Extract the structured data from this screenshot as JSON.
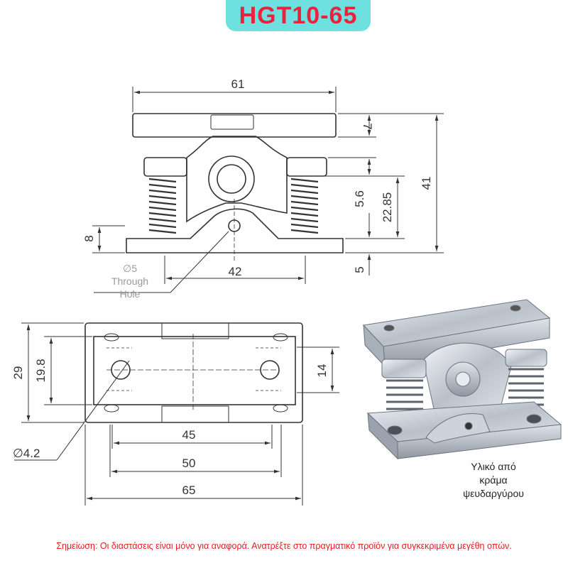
{
  "title": "HGT10-65",
  "dimensions": {
    "top_width": "61",
    "top_thickness": "7",
    "total_height": "41",
    "mid_height": "5.6",
    "spring_height": "22.85",
    "base_height": "8",
    "base_thickness": "5",
    "hole_spacing_front": "42",
    "plan_width": "29",
    "plan_inner_width": "19.8",
    "plate_width": "14",
    "hole_diameter": "∅4.2",
    "hole_spacing_plan": "45",
    "inner_length": "50",
    "total_length": "65"
  },
  "through_hole_label": [
    "∅5",
    "Through",
    "Hole"
  ],
  "material_note": [
    "Υλικό από",
    "κράμα",
    "ψευδαργύρου"
  ],
  "footer_note": "Σημείωση: Οι διαστάσεις είναι μόνο για αναφορά. Ανατρέξτε στο πραγματικό προϊόν για συγκεκριμένα μεγέθη οπών.",
  "colors": {
    "title_bg": "#6fe0e0",
    "title_text": "#e8243c",
    "footer_text": "#e02020",
    "line": "#333333"
  }
}
